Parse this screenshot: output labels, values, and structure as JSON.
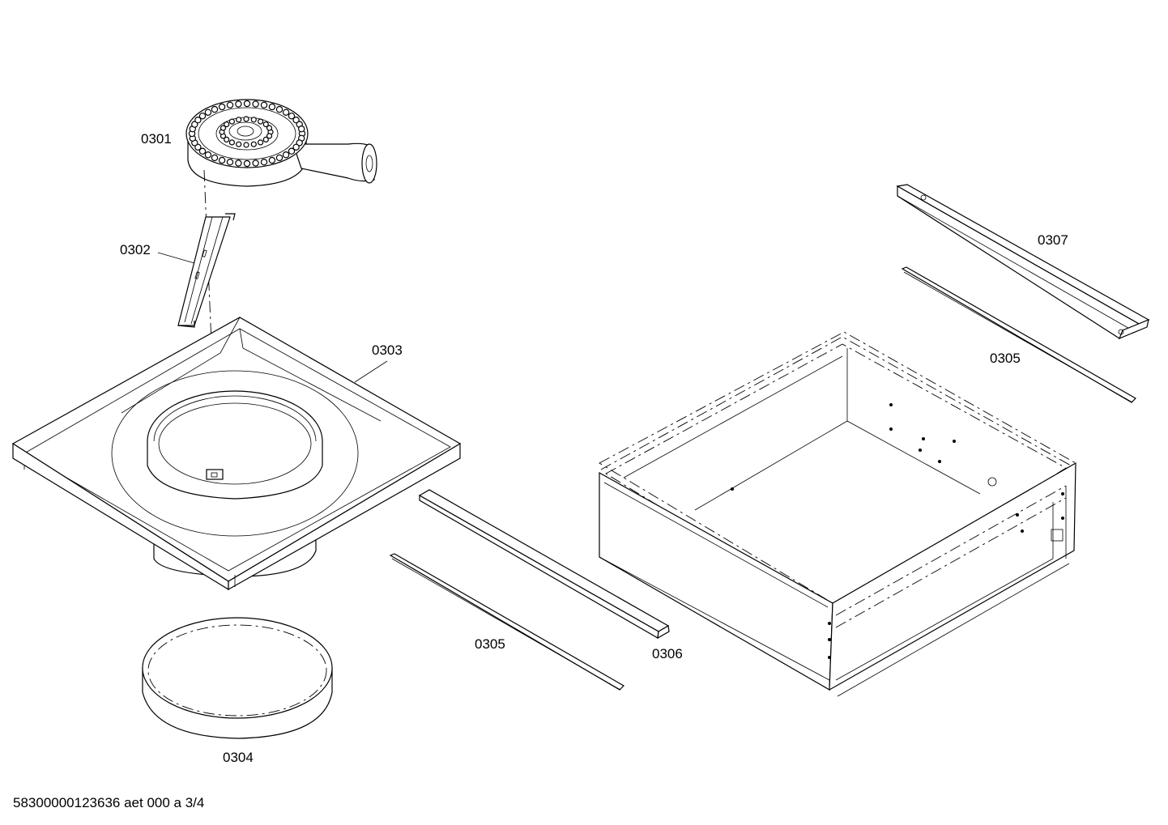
{
  "labels": {
    "p0301": "0301",
    "p0302": "0302",
    "p0303": "0303",
    "p0304": "0304",
    "p0305a": "0305",
    "p0306": "0306",
    "p0305b": "0305",
    "p0307": "0307"
  },
  "footer": {
    "doc_id": "58300000123636 aet 000 a 3/4"
  },
  "colors": {
    "line": "#000000",
    "background": "#ffffff"
  }
}
